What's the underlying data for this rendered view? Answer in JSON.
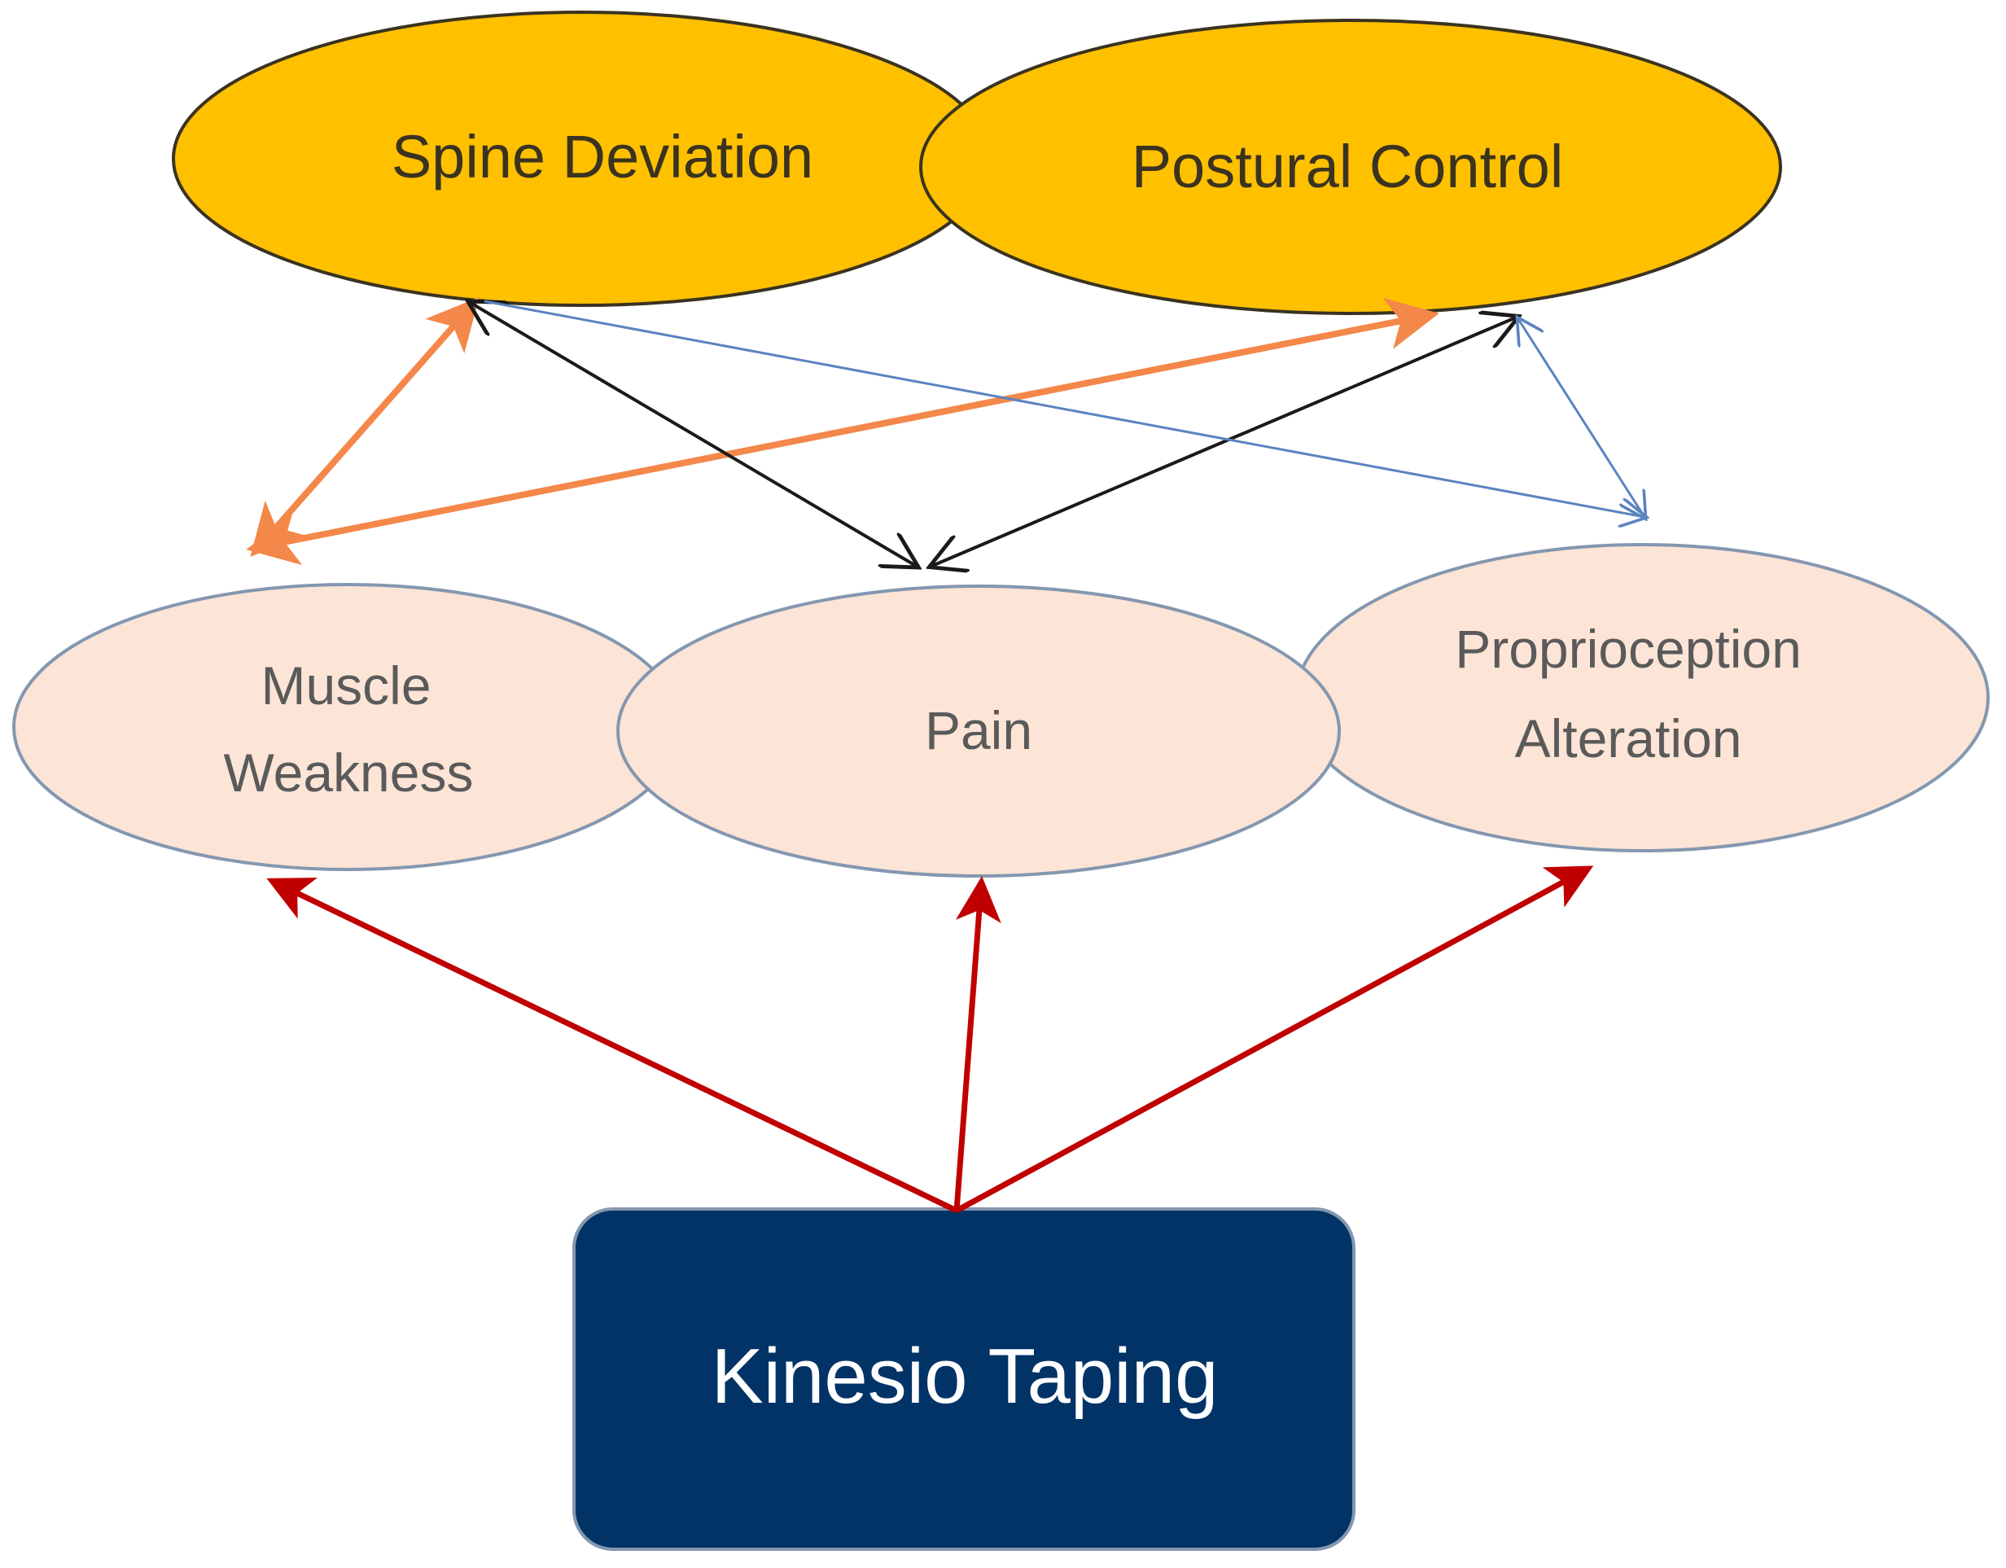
{
  "nodes": {
    "spine_deviation": {
      "label": "Spine Deviation"
    },
    "postural_control": {
      "label": "Postural Control"
    },
    "muscle_weakness": {
      "label_line1": "Muscle",
      "label_line2": "Weakness"
    },
    "pain": {
      "label": "Pain"
    },
    "proprioception_alteration": {
      "label_line1": "Proprioception",
      "label_line2": "Alteration"
    },
    "kinesio_taping": {
      "label": "Kinesio Taping"
    }
  },
  "colors": {
    "top_ellipse_fill": "#ffc000",
    "top_ellipse_stroke": "#3a3320",
    "mid_ellipse_fill": "#fce4d6",
    "mid_ellipse_stroke": "#8497b0",
    "box_fill": "#023366",
    "box_stroke": "#8497b0",
    "arrow_red": "#c00000",
    "arrow_orange": "#f4874a",
    "arrow_black": "#1a1a1a",
    "arrow_blue": "#5b83c0"
  }
}
